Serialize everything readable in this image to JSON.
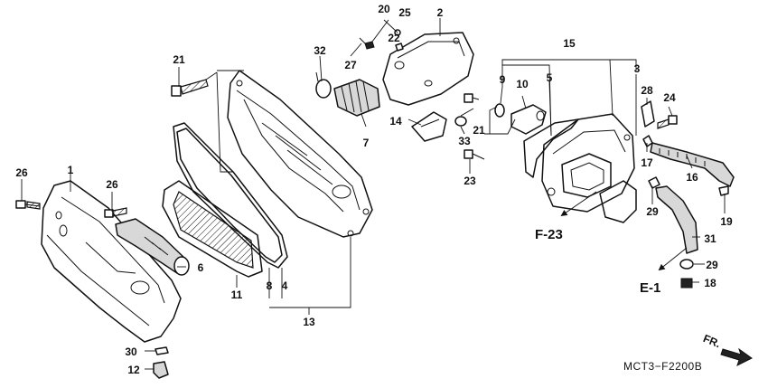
{
  "diagram": {
    "callouts": {
      "p1": "1",
      "p2": "2",
      "p3": "3",
      "p4": "4",
      "p6": "6",
      "p7": "7",
      "p8": "8",
      "p9": "9",
      "p10": "10",
      "p11": "11",
      "p12": "12",
      "p13": "13",
      "p14": "14",
      "p15": "15",
      "p16": "16",
      "p17": "17",
      "p18": "18",
      "p19": "19",
      "p20": "20",
      "p21a": "21",
      "p21b": "21",
      "p22": "22",
      "p23": "23",
      "p24": "24",
      "p25": "25",
      "p26a": "26",
      "p26b": "26",
      "p27": "27",
      "p28": "28",
      "p29a": "29",
      "p29b": "29",
      "p30": "30",
      "p31": "31",
      "p32": "32",
      "p33": "33",
      "p5": "5"
    },
    "refs": {
      "f23": "F-23",
      "e1": "E-1"
    },
    "front_marker": "FR.",
    "diagram_code": "MCT3−F2200B"
  }
}
